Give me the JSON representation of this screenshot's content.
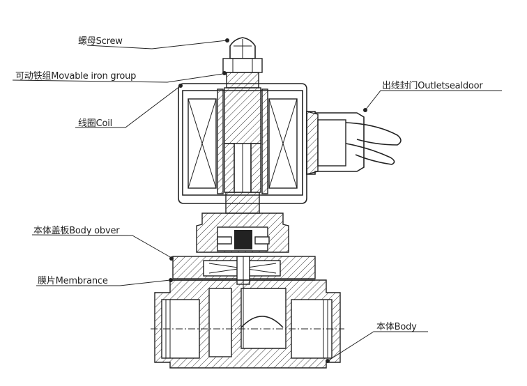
{
  "labels": {
    "screw": "螺母Screw",
    "iron_group": "可动铁组Movable iron group",
    "coil": "线圈Coil",
    "outlet": "出线封门Outletsealdoor",
    "body_cover": "本体盖板Body obver",
    "membrane": "膜片Membrance",
    "body": "本体Body"
  },
  "colors": {
    "line": "#222222",
    "background": "#ffffff"
  }
}
